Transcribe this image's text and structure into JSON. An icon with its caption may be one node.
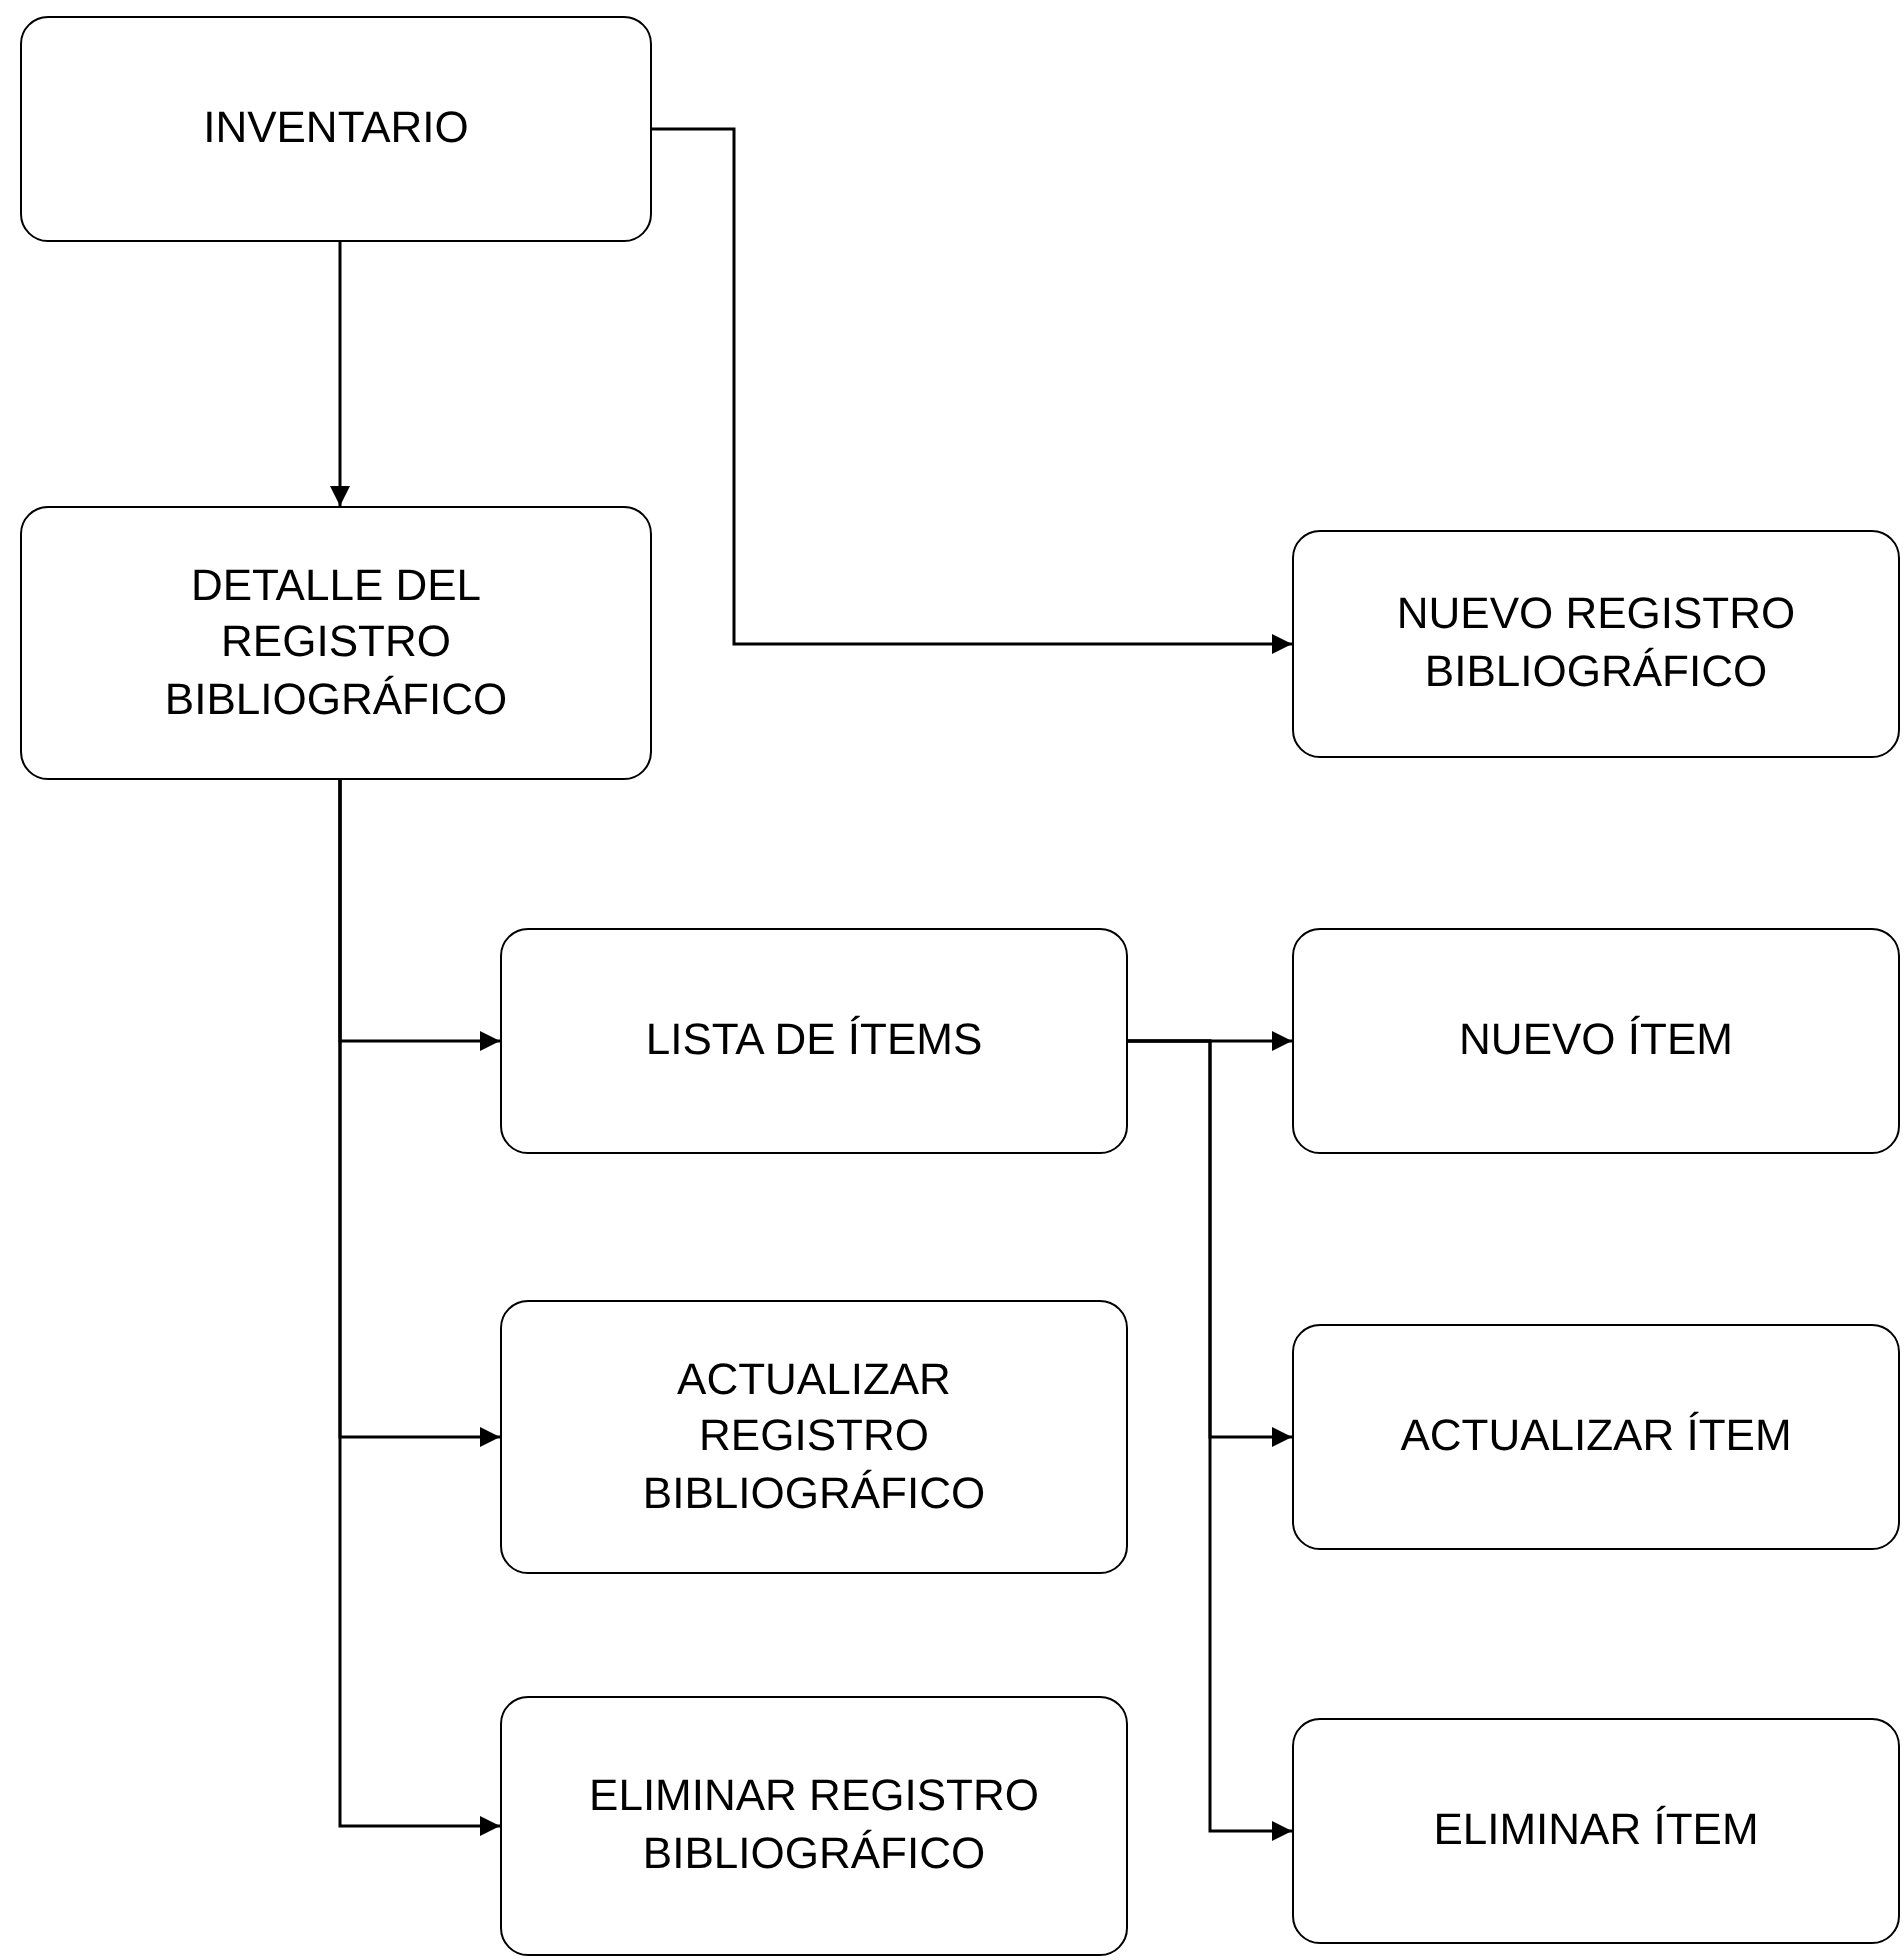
{
  "diagram": {
    "nodes": [
      {
        "text": [
          "INVENTARIO"
        ]
      },
      {
        "text": [
          "DETALLE DEL REGISTRO BIBLIOGRÁFICO"
        ]
      },
      {
        "text": [
          "NUEVO REGISTRO BIBLIOGRÁFICO"
        ]
      },
      {
        "text": [
          "LISTA DE ÍTEMS"
        ]
      },
      {
        "text": [
          "NUEVO ÍTEM"
        ]
      },
      {
        "text": [
          "ACTUALIZAR REGISTRO BIBLIOGRÁFICO"
        ]
      },
      {
        "text": [
          "ACTUALIZAR ÍTEM"
        ]
      },
      {
        "text": [
          "ELIMINAR REGISTRO BIBLIOGRÁFICO"
        ]
      },
      {
        "text": [
          "ELIMINAR ÍTEM"
        ]
      }
    ],
    "edges": [
      {
        "from": 0,
        "to": 1,
        "arrow": "to"
      },
      {
        "from": 0,
        "to": 2,
        "arrow": "to"
      },
      {
        "from": 1,
        "to": 3,
        "arrow": "to"
      },
      {
        "from": 1,
        "to": 5,
        "arrow": "to"
      },
      {
        "from": 1,
        "to": 7,
        "arrow": "to"
      },
      {
        "from": 3,
        "to": 4,
        "arrow": "to"
      },
      {
        "from": 3,
        "to": 6,
        "arrow": "to"
      },
      {
        "from": 3,
        "to": 8,
        "arrow": "to"
      }
    ]
  }
}
